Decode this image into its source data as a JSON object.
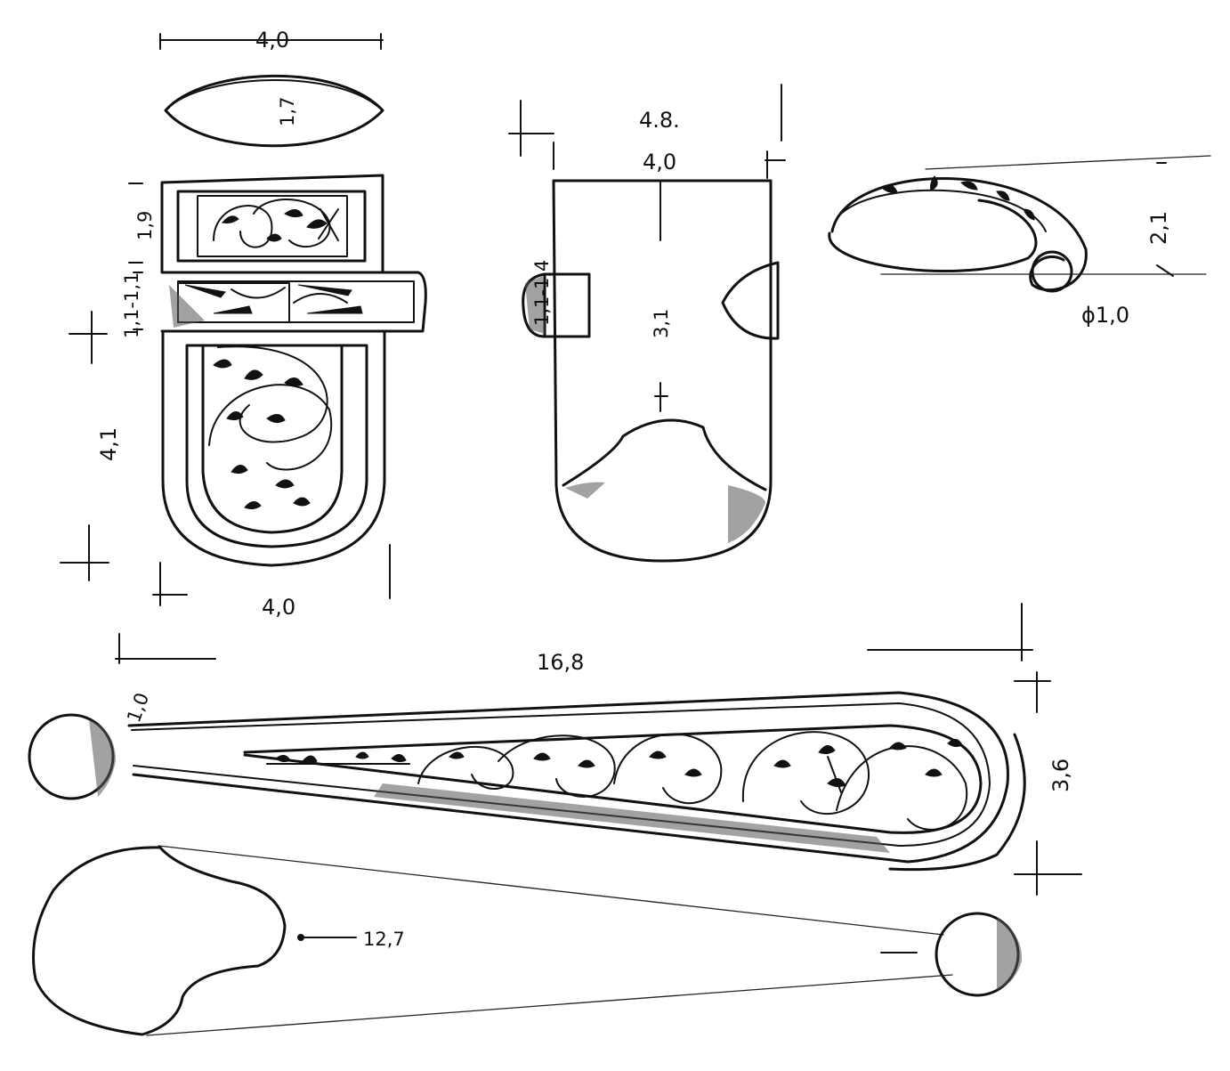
{
  "labels": {
    "oval_width": "4,0",
    "oval_height": "1,7",
    "buckle_top_height": "1,9",
    "buckle_mid_height": "1,1-1,1",
    "buckle_bottom_height": "4,1",
    "buckle_width": "4,0",
    "side_outer_width": "4.8.",
    "side_inner_width": "4,0",
    "side_tab_height": "1,1-1,4",
    "side_center_dim": "3,1",
    "ring_height": "2,1",
    "ring_diameter": "ϕ1,0",
    "strap_length": "16,8",
    "strap_end_width": "3,6",
    "strap_start_width": "1,0",
    "bottom_length": "12,7"
  }
}
